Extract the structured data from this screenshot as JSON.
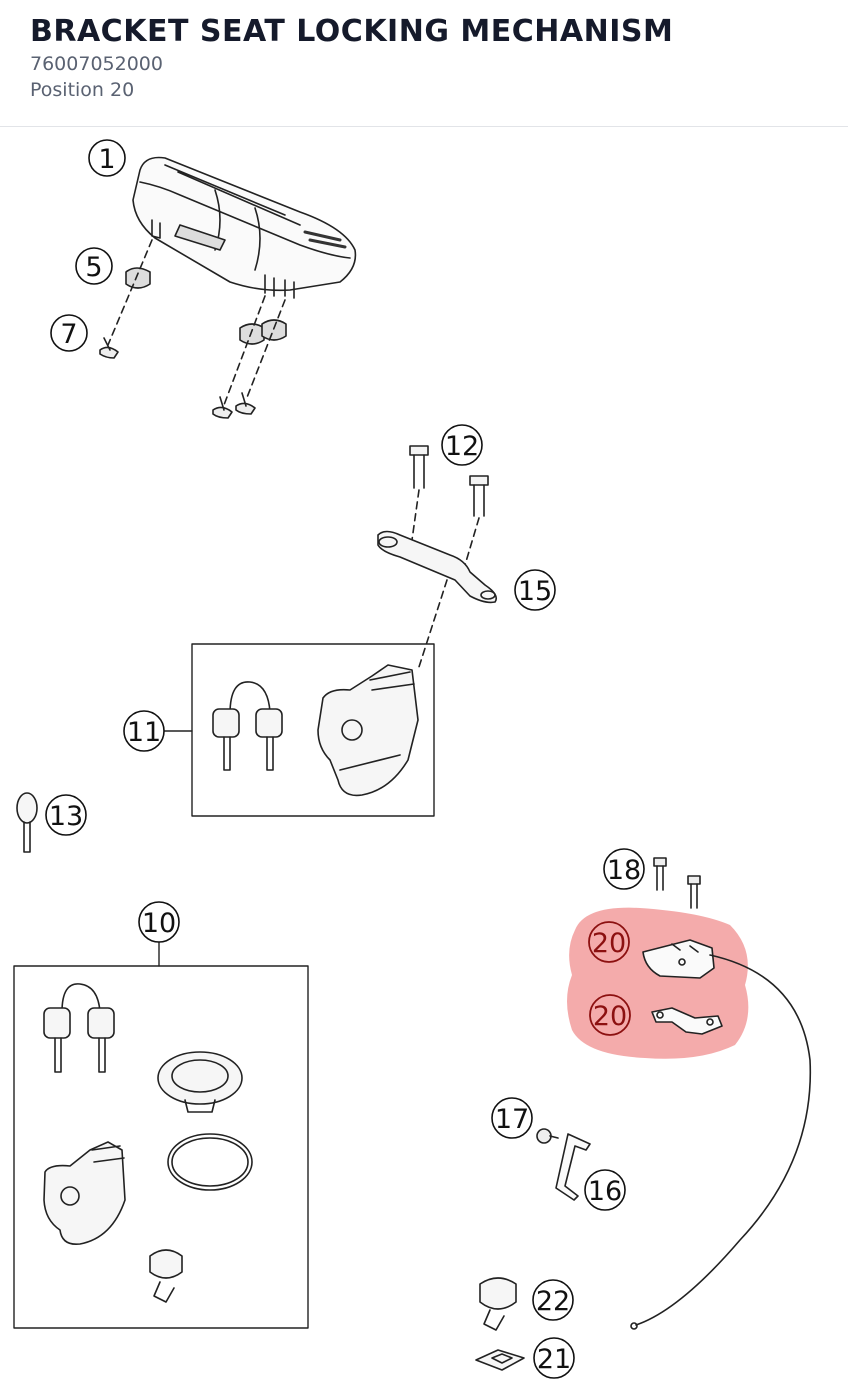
{
  "header": {
    "title": "BRACKET SEAT LOCKING MECHANISM",
    "part_number": "76007052000",
    "position_label": "Position 20"
  },
  "diagram": {
    "highlight_color": "#f08a8a",
    "callouts": [
      {
        "id": "c1",
        "label": "1"
      },
      {
        "id": "c5",
        "label": "5"
      },
      {
        "id": "c7",
        "label": "7"
      },
      {
        "id": "c12",
        "label": "12"
      },
      {
        "id": "c15",
        "label": "15"
      },
      {
        "id": "c11",
        "label": "11"
      },
      {
        "id": "c13",
        "label": "13"
      },
      {
        "id": "c10",
        "label": "10"
      },
      {
        "id": "c18",
        "label": "18"
      },
      {
        "id": "c20a",
        "label": "20",
        "highlighted": true
      },
      {
        "id": "c20b",
        "label": "20",
        "highlighted": true
      },
      {
        "id": "c17",
        "label": "17"
      },
      {
        "id": "c16",
        "label": "16"
      },
      {
        "id": "c22",
        "label": "22"
      },
      {
        "id": "c21",
        "label": "21"
      }
    ]
  }
}
